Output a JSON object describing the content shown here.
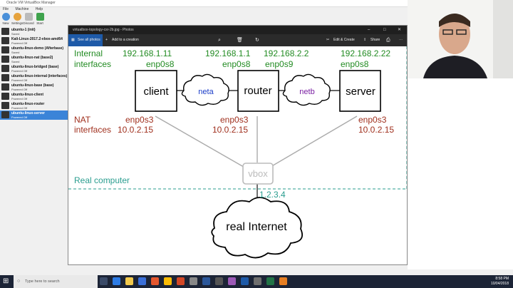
{
  "vbox_manager": {
    "title": "Oracle VM VirtualBox Manager",
    "menu": [
      "File",
      "Machine",
      "Help"
    ],
    "toolbar": [
      "New",
      "Settings",
      "Discard",
      "Start"
    ],
    "vms": [
      {
        "name": "ubuntu-1 (init)",
        "state": "Saved"
      },
      {
        "name": "Kali-Linux-2017.2-vbox-amd64",
        "state": "Powered Off"
      },
      {
        "name": "ubuntu-linux-demo (Afterbase)",
        "state": "Saved"
      },
      {
        "name": "ubuntu-linux-nat (base2)",
        "state": "Saved"
      },
      {
        "name": "ubuntu-linux-bridged (base)",
        "state": "Powered Off"
      },
      {
        "name": "ubuntu-linux-internal (interfaces)",
        "state": "Powered Off"
      },
      {
        "name": "ubuntu-linux-base (base)",
        "state": "Powered Off"
      },
      {
        "name": "ubuntu-linux-client",
        "state": "Powered Off"
      },
      {
        "name": "ubuntu-linux-router",
        "state": "Powered Off"
      },
      {
        "name": "ubuntu-linux-server",
        "state": "Powered Off"
      }
    ]
  },
  "photos": {
    "title": "virtualbox-topology-csr-2b.jpg - Photos",
    "see_all": "See all photos",
    "add_to_creation": "Add to a creation",
    "edit_create": "Edit & Create",
    "share": "Share"
  },
  "diagram": {
    "internal_label_1": "Internal",
    "internal_label_2": "interfaces",
    "client_ip": "192.168.1.11",
    "client_if": "enp0s8",
    "router_ip1": "192.168.1.1",
    "router_if1": "enp0s8",
    "router_ip2": "192.168.2.2",
    "router_if2": "enp0s9",
    "server_ip": "192.168.2.22",
    "server_if": "enp0s8",
    "client": "client",
    "router": "router",
    "server": "server",
    "neta": "neta",
    "netb": "netb",
    "nat_label_1": "NAT",
    "nat_label_2": "interfaces",
    "nat_if": "enp0s3",
    "nat_ip": "10.0.2.15",
    "vbox": "vbox",
    "real_computer": "Real computer",
    "public_ip": "1.2.3.4",
    "internet": "real Internet"
  },
  "taskbar": {
    "search_placeholder": "Type here to search",
    "time": "8:58 PM",
    "date": "10/04/2018"
  }
}
